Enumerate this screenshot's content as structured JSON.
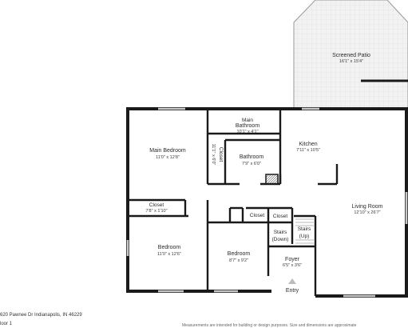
{
  "address": "620 Pawnee Dr Indianapolis, IN 46229",
  "floor_label": "loor 1",
  "disclaimer": "Measurements are intended for building or design purposes. Size and dimensions are approximate",
  "rooms": {
    "screened_patio": {
      "name": "Screened Patio",
      "dims": "16'1\" x 15'4\""
    },
    "main_bedroom": {
      "name": "Main Bedroom",
      "dims": "11'0\" x 12'8\""
    },
    "main_bathroom": {
      "name_line1": "Main",
      "name_line2": "Bathroom",
      "dims": "10'1\" x 4'1\""
    },
    "closet_vertical": {
      "name": "Closet",
      "dims": "11'1\" x 6'0\""
    },
    "bathroom": {
      "name": "Bathroom",
      "dims": "7'9\" x 6'0\""
    },
    "kitchen": {
      "name": "Kitchen",
      "dims": "7'11\" x 10'5\""
    },
    "living_room": {
      "name": "Living Room",
      "dims": "12'10\" x 26'7\""
    },
    "closet_left": {
      "name": "Closet",
      "dims": "7'8\" x 1'10\""
    },
    "bedroom_left": {
      "name": "Bedroom",
      "dims": "11'0\" x 12'6\""
    },
    "bedroom_mid": {
      "name": "Bedroom",
      "dims": "8'7\" x 9'2\""
    },
    "closet_a": {
      "name": "Closet"
    },
    "closet_b": {
      "name": "Closet"
    },
    "stairs_down": {
      "name_line1": "Stairs",
      "name_line2": "(Down)"
    },
    "stairs_up": {
      "name_line1": "Stairs",
      "name_line2": "(Up)"
    },
    "foyer": {
      "name": "Foyer",
      "dims": "6'5\" x 3'6\""
    },
    "entry": {
      "name": "Entry"
    }
  },
  "colors": {
    "wall": "#1a1a1a",
    "window": "#c8c8c8",
    "patio_fill": "#f0f0f0",
    "background": "#ffffff"
  }
}
